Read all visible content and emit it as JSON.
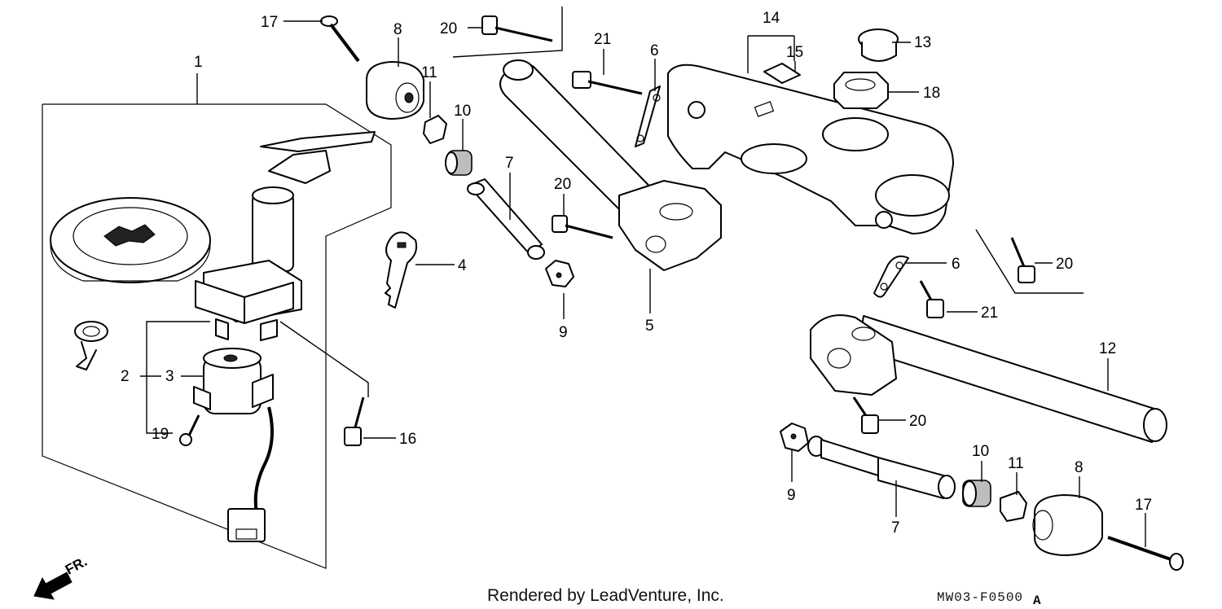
{
  "diagram": {
    "callouts": {
      "c1": "1",
      "c2": "2",
      "c3": "3",
      "c4": "4",
      "c5": "5",
      "c6a": "6",
      "c6b": "6",
      "c7a": "7",
      "c7b": "7",
      "c8a": "8",
      "c8b": "8",
      "c9a": "9",
      "c9b": "9",
      "c10a": "10",
      "c10b": "10",
      "c11a": "11",
      "c11b": "11",
      "c12": "12",
      "c13": "13",
      "c14": "14",
      "c15": "15",
      "c16": "16",
      "c17a": "17",
      "c17b": "17",
      "c18": "18",
      "c19": "19",
      "c20a": "20",
      "c20b": "20",
      "c20c": "20",
      "c20d": "20",
      "c21a": "21",
      "c21b": "21"
    },
    "front_marker": "FR.",
    "credit": "Rendered by LeadVenture, Inc.",
    "diagram_code": "MW03-F0500",
    "diagram_code_suffix": "A"
  }
}
